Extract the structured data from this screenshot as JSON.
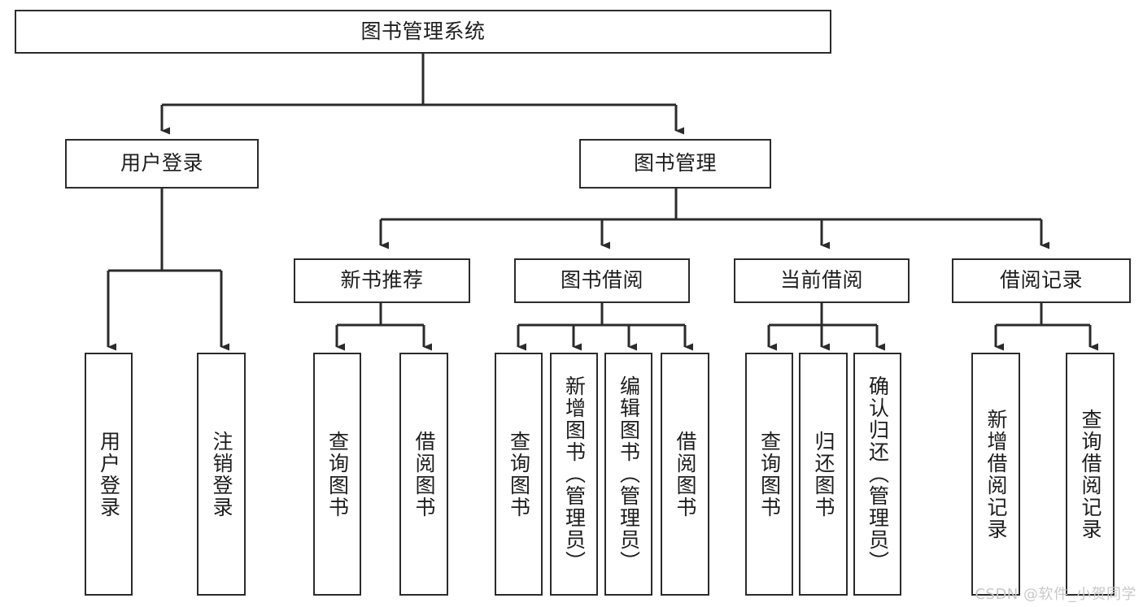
{
  "diagram": {
    "title": "图书管理系统",
    "type": "tree-hierarchy",
    "root": {
      "id": "root",
      "label": "图书管理系统"
    },
    "level2": [
      {
        "id": "user-login",
        "label": "用户登录"
      },
      {
        "id": "book-manage",
        "label": "图书管理"
      }
    ],
    "level3": [
      {
        "id": "new-book-recommend",
        "label": "新书推荐",
        "parent": "book-manage"
      },
      {
        "id": "book-borrow",
        "label": "图书借阅",
        "parent": "book-manage"
      },
      {
        "id": "current-borrow",
        "label": "当前借阅",
        "parent": "book-manage"
      },
      {
        "id": "borrow-record",
        "label": "借阅记录",
        "parent": "book-manage"
      }
    ],
    "leaves": [
      {
        "id": "leaf-user-login",
        "label": "用户登录",
        "parent": "user-login"
      },
      {
        "id": "leaf-logout-login",
        "label": "注销登录",
        "parent": "user-login"
      },
      {
        "id": "leaf-query-book-1",
        "label": "查询图书",
        "parent": "new-book-recommend"
      },
      {
        "id": "leaf-borrow-book-1",
        "label": "借阅图书",
        "parent": "new-book-recommend"
      },
      {
        "id": "leaf-query-book-2",
        "label": "查询图书",
        "parent": "book-borrow"
      },
      {
        "id": "leaf-add-book",
        "label": "新增图书（管理员）",
        "parent": "book-borrow"
      },
      {
        "id": "leaf-edit-book",
        "label": "编辑图书（管理员）",
        "parent": "book-borrow"
      },
      {
        "id": "leaf-borrow-book-2",
        "label": "借阅图书",
        "parent": "book-borrow"
      },
      {
        "id": "leaf-query-book-3",
        "label": "查询图书",
        "parent": "current-borrow"
      },
      {
        "id": "leaf-return-book",
        "label": "归还图书",
        "parent": "current-borrow"
      },
      {
        "id": "leaf-confirm-return",
        "label": "确认归还（管理员）",
        "parent": "current-borrow"
      },
      {
        "id": "leaf-add-record",
        "label": "新增借阅记录",
        "parent": "borrow-record"
      },
      {
        "id": "leaf-query-record",
        "label": "查询借阅记录",
        "parent": "borrow-record"
      }
    ],
    "colors": {
      "stroke": "#2b2b2b",
      "fill": "#ffffff",
      "text": "#1d1d1d",
      "watermark": "#c9c9c9"
    }
  },
  "watermark": {
    "text": "CSDN @软件_小贺同学"
  }
}
